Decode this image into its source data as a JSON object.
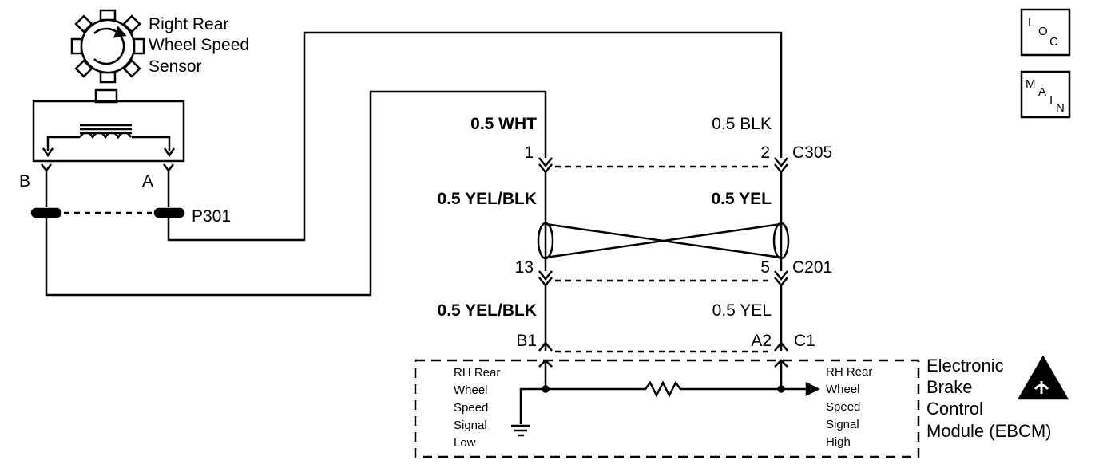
{
  "sensor": {
    "label_line1": "Right Rear",
    "label_line2": "Wheel Speed",
    "label_line3": "Sensor",
    "pin_b": "B",
    "pin_a": "A",
    "connector": "P301"
  },
  "wires": {
    "left_upper": "0.5 WHT",
    "right_upper": "0.5 BLK",
    "left_middle": "0.5 YEL/BLK",
    "right_middle": "0.5 YEL",
    "left_lower": "0.5 YEL/BLK",
    "right_lower": "0.5 YEL"
  },
  "connectors": {
    "c305": {
      "name": "C305",
      "pin_left": "1",
      "pin_right": "2"
    },
    "c201": {
      "name": "C201",
      "pin_left": "13",
      "pin_right": "5"
    },
    "c1": {
      "name": "C1",
      "pin_left": "B1",
      "pin_right": "A2"
    }
  },
  "ebcm": {
    "label_line1": "Electronic",
    "label_line2": "Brake",
    "label_line3": "Control",
    "label_line4": "Module (EBCM)",
    "low_line1": "RH Rear",
    "low_line2": "Wheel",
    "low_line3": "Speed",
    "low_line4": "Signal",
    "low_line5": "Low",
    "high_line1": "RH Rear",
    "high_line2": "Wheel",
    "high_line3": "Speed",
    "high_line4": "Signal",
    "high_line5": "High"
  },
  "buttons": {
    "loc": {
      "l1": "L",
      "l2": "O",
      "l3": "C"
    },
    "main": {
      "l1": "M",
      "l2": "A",
      "l3": "I",
      "l4": "N"
    }
  }
}
